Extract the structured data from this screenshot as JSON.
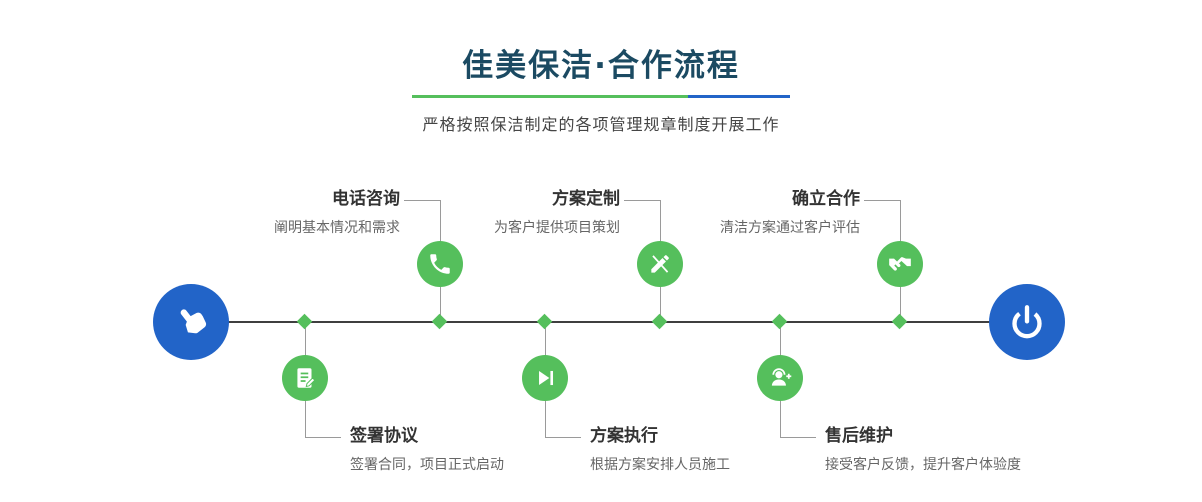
{
  "colors": {
    "blue": "#2264c8",
    "green": "#55bf5c",
    "line": "#9a9a9a",
    "title": "#1b4a62",
    "text": "#333333",
    "muted": "#666666"
  },
  "header": {
    "title": "佳美保洁·合作流程",
    "subtitle": "严格按照保洁制定的各项管理规章制度开展工作"
  },
  "timeline": {
    "start_icon": "pointing-hand-icon",
    "end_icon": "power-icon"
  },
  "steps_top": [
    {
      "title": "电话咨询",
      "desc": "阐明基本情况和需求",
      "icon": "phone-icon"
    },
    {
      "title": "方案定制",
      "desc": "为客户提供项目策划",
      "icon": "design-pen-icon"
    },
    {
      "title": "确立合作",
      "desc": "清洁方案通过客户评估",
      "icon": "handshake-icon"
    }
  ],
  "steps_bottom": [
    {
      "title": "签署协议",
      "desc": "签署合同，项目正式启动",
      "icon": "contract-icon"
    },
    {
      "title": "方案执行",
      "desc": "根据方案安排人员施工",
      "icon": "play-icon"
    },
    {
      "title": "售后维护",
      "desc": "接受客户反馈，提升客户体验度",
      "icon": "headset-icon"
    }
  ]
}
